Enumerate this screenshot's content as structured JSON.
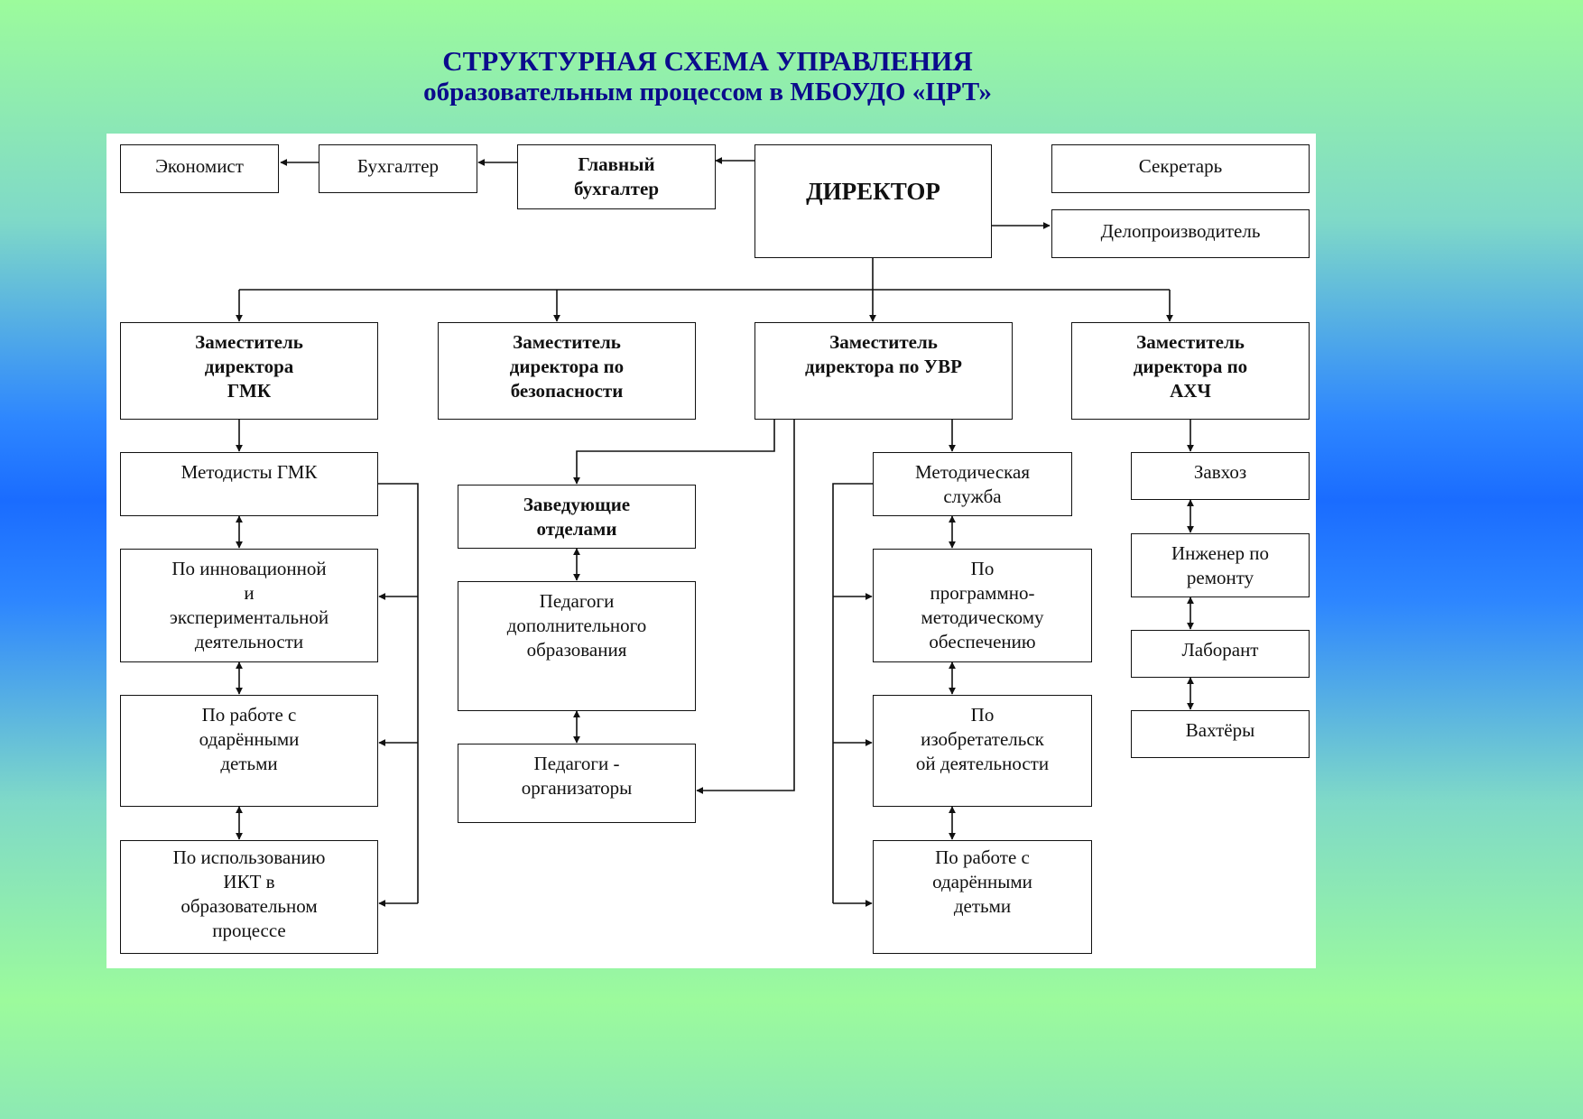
{
  "title": {
    "line1": "СТРУКТУРНАЯ СХЕМА УПРАВЛЕНИЯ",
    "line2": "образовательным процессом в МБОУДО «ЦРТ»"
  },
  "boxes": {
    "economist": "Экономист",
    "accountant": "Бухгалтер",
    "chief_accountant": "Главный\nбухгалтер",
    "director": "ДИРЕКТОР",
    "secretary": "Секретарь",
    "clerk": "Делопроизводитель",
    "deputy_gmk": "Заместитель\nдиректора\nГМК",
    "deputy_security": "Заместитель\nдиректора по\nбезопасности",
    "deputy_uvr": "Заместитель\nдиректора по УВР",
    "deputy_ahch": "Заместитель\nдиректора по\nАХЧ",
    "methodists_gmk": "Методисты ГМК",
    "innovation": "По инновационной\nи\nэкспериментальной\nдеятельности",
    "gifted_left": "По работе с\nодарёнными\nдетьми",
    "ict": "По использованию\nИКТ в\nобразовательном\nпроцессе",
    "dept_heads": "Заведующие\nотделами",
    "teachers_add": "Педагоги\nдополнительного\nобразования",
    "teachers_org": "Педагоги -\nорганизаторы",
    "method_service": "Методическая\nслужба",
    "program_method": "По\nпрограммно-\nметодическому\nобеспечению",
    "invention": "По\nизобретательск\nой деятельности",
    "gifted_right": "По работе с\nодарёнными\nдетьми",
    "supply_manager": "Завхоз",
    "repair_engineer": "Инженер по\nремонту",
    "lab_assistant": "Лаборант",
    "watchmen": "Вахтёры"
  }
}
